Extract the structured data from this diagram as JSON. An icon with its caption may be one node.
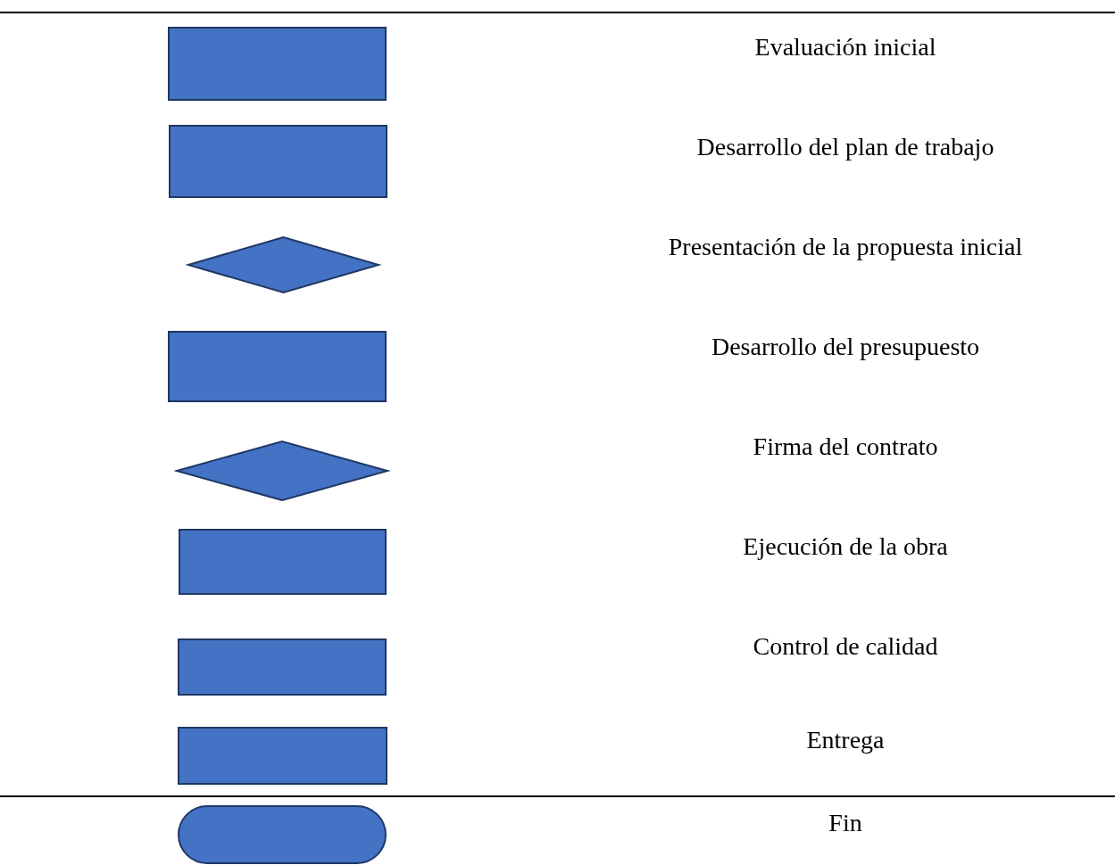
{
  "diagram": {
    "nodes": [
      {
        "text": [],
        "shape": "box"
      },
      {
        "text": [],
        "shape": "box"
      },
      {
        "text": [],
        "shape": "diamond"
      },
      {
        "text": [],
        "shape": "box"
      },
      {
        "text": [],
        "shape": "diamond"
      },
      {
        "text": [],
        "shape": "box"
      },
      {
        "text": [],
        "shape": "box"
      },
      {
        "text": [],
        "shape": "box"
      },
      {
        "text": [],
        "shape": "pill"
      }
    ],
    "labels": [
      "Evaluación inicial",
      "Desarrollo del plan de trabajo",
      "Presentación de la propuesta inicial",
      "Desarrollo del presupuesto",
      "Firma del contrato",
      "Ejecución de la obra",
      "Control de calidad",
      "Entrega",
      "Fin"
    ]
  }
}
